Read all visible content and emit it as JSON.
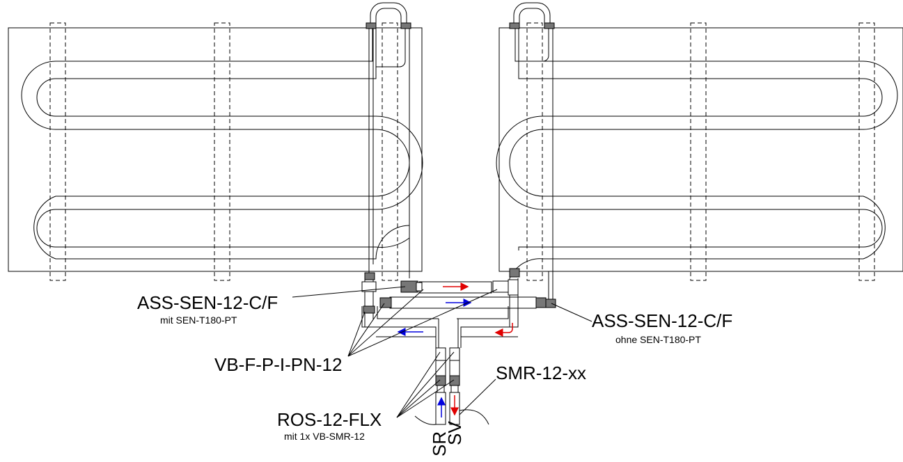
{
  "labels": {
    "sensor_left": "ASS-SEN-12-C/F",
    "sensor_left_sub": "mit SEN-T180-PT",
    "sensor_right": "ASS-SEN-12-C/F",
    "sensor_right_sub": "ohne SEN-T180-PT",
    "valve": "VB-F-P-I-PN-12",
    "hose": "ROS-12-FLX",
    "hose_sub": "mit 1x VB-SMR-12",
    "pipe": "SMR-12-xx",
    "supply_return": "SR",
    "supply_flow": "SV"
  },
  "colors": {
    "flow_supply": "#e00000",
    "flow_return": "#0000dd"
  }
}
